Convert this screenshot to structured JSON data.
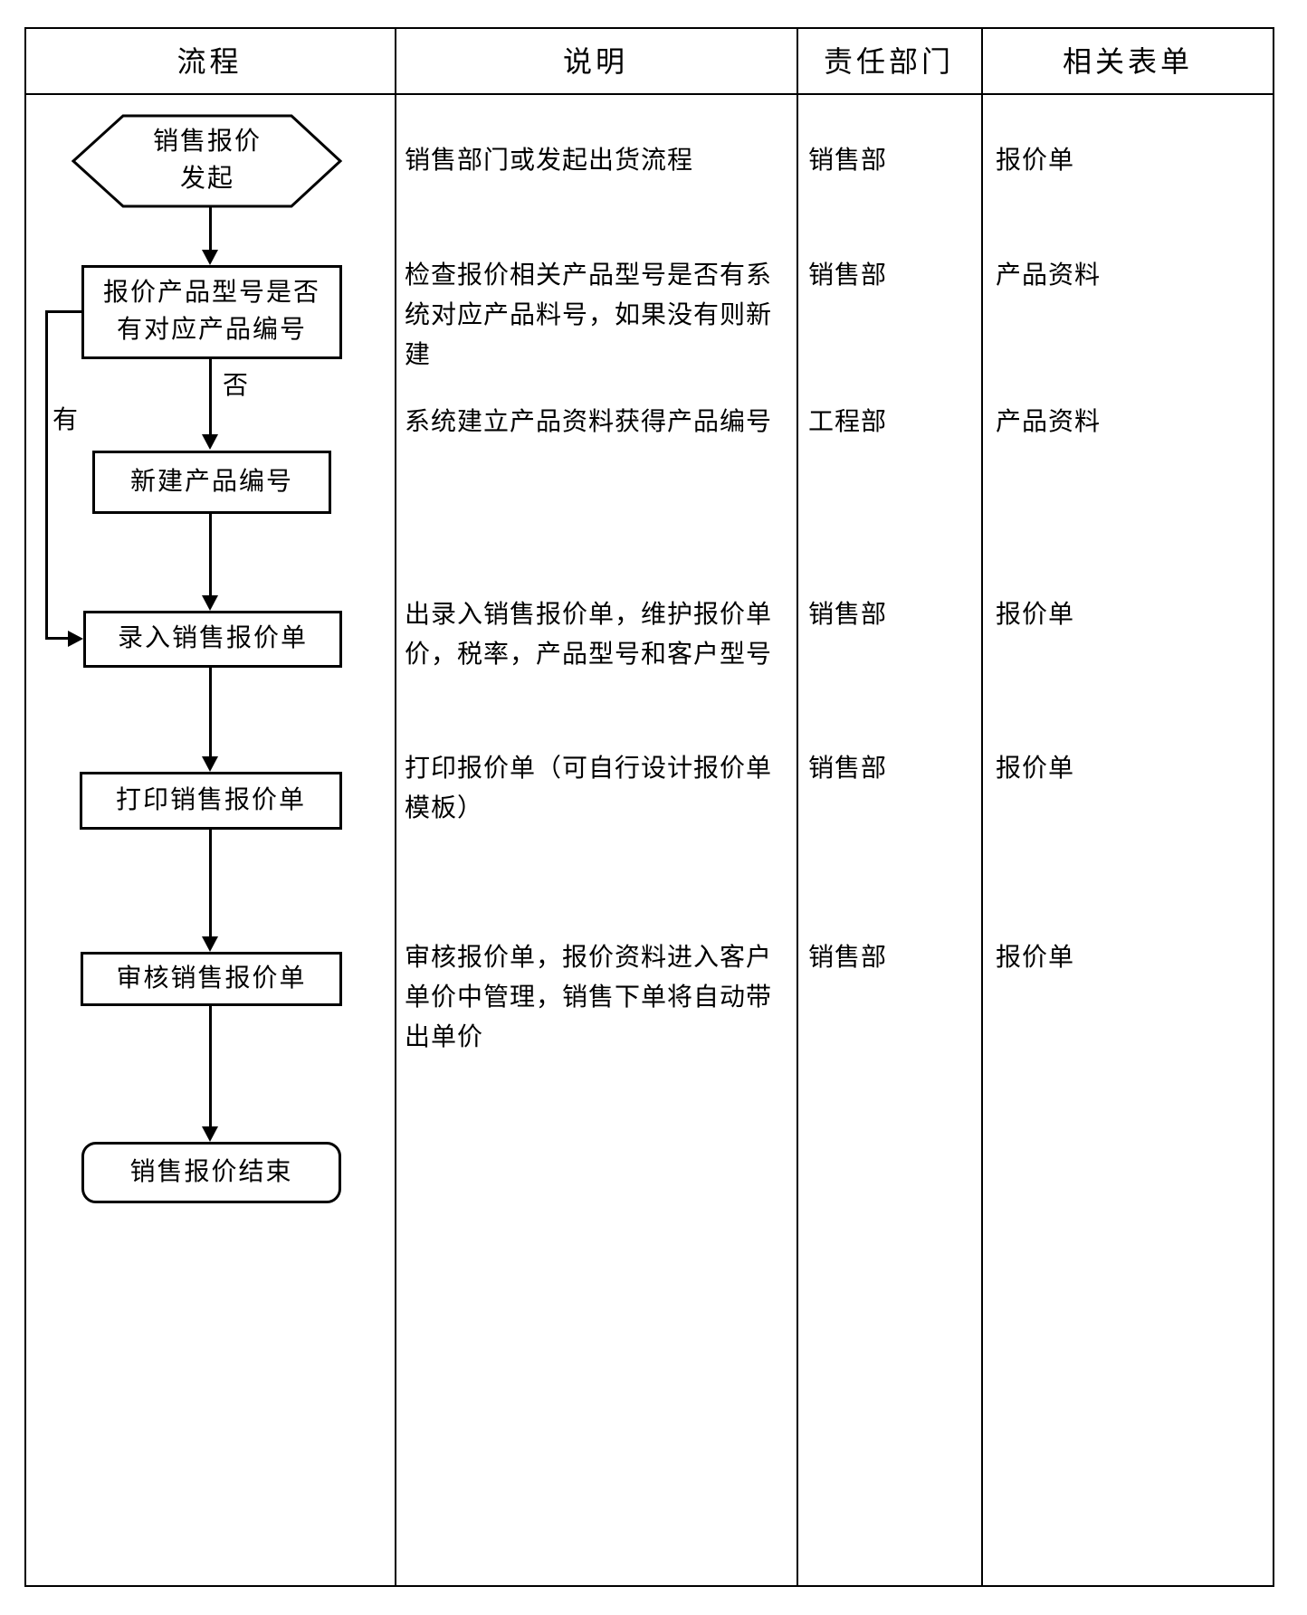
{
  "header": {
    "process": "流程",
    "description": "说明",
    "department": "责任部门",
    "forms": "相关表单"
  },
  "flowchart": {
    "start": {
      "line1": "销售报价",
      "line2": "发起"
    },
    "decision": {
      "line1": "报价产品型号是否",
      "line2": "有对应产品编号"
    },
    "branch_no": "否",
    "branch_yes": "有",
    "create_product_code": "新建产品编号",
    "enter_quotation": "录入销售报价单",
    "print_quotation": "打印销售报价单",
    "review_quotation": "审核销售报价单",
    "end": "销售报价结束"
  },
  "rows": [
    {
      "description": "销售部门或发起出货流程",
      "department": "销售部",
      "form": "报价单"
    },
    {
      "description": "检查报价相关产品型号是否有系统对应产品料号，如果没有则新建",
      "department": "销售部",
      "form": "产品资料"
    },
    {
      "description": "系统建立产品资料获得产品编号",
      "department": "工程部",
      "form": "产品资料"
    },
    {
      "description": "出录入销售报价单，维护报价单价，税率，产品型号和客户型号",
      "department": "销售部",
      "form": "报价单"
    },
    {
      "description": "打印报价单（可自行设计报价单模板）",
      "department": "销售部",
      "form": "报价单"
    },
    {
      "description": "审核报价单，报价资料进入客户单价中管理，销售下单将自动带出单价",
      "department": "销售部",
      "form": "报价单"
    }
  ]
}
